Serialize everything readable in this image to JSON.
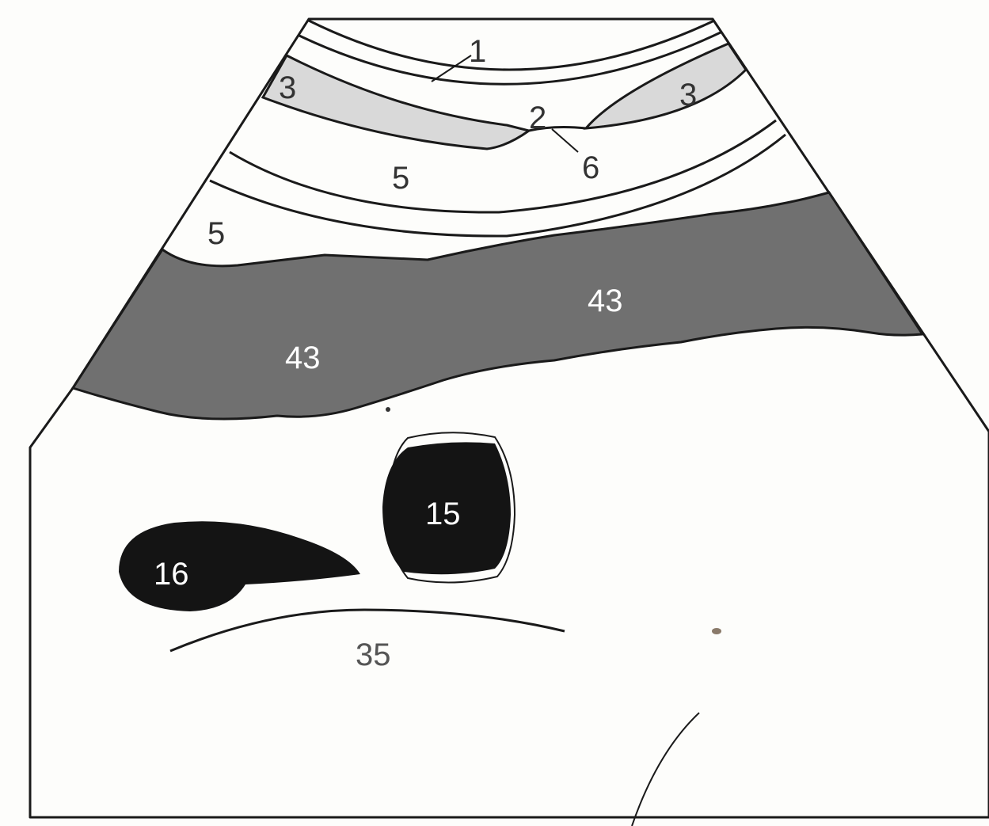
{
  "labels": {
    "l1": "1",
    "l2": "2",
    "l3_left": "3",
    "l3_right": "3",
    "l5_upper": "5",
    "l5_lower": "5",
    "l6": "6",
    "l43_right": "43",
    "l43_left": "43",
    "l15": "15",
    "l16": "16",
    "l35": "35"
  },
  "colors": {
    "background": "#fdfdfb",
    "light_gray_layer": "#d9d9d9",
    "dark_gray_layer": "#707070",
    "black_structure": "#141414",
    "line": "#1a1a1a"
  }
}
